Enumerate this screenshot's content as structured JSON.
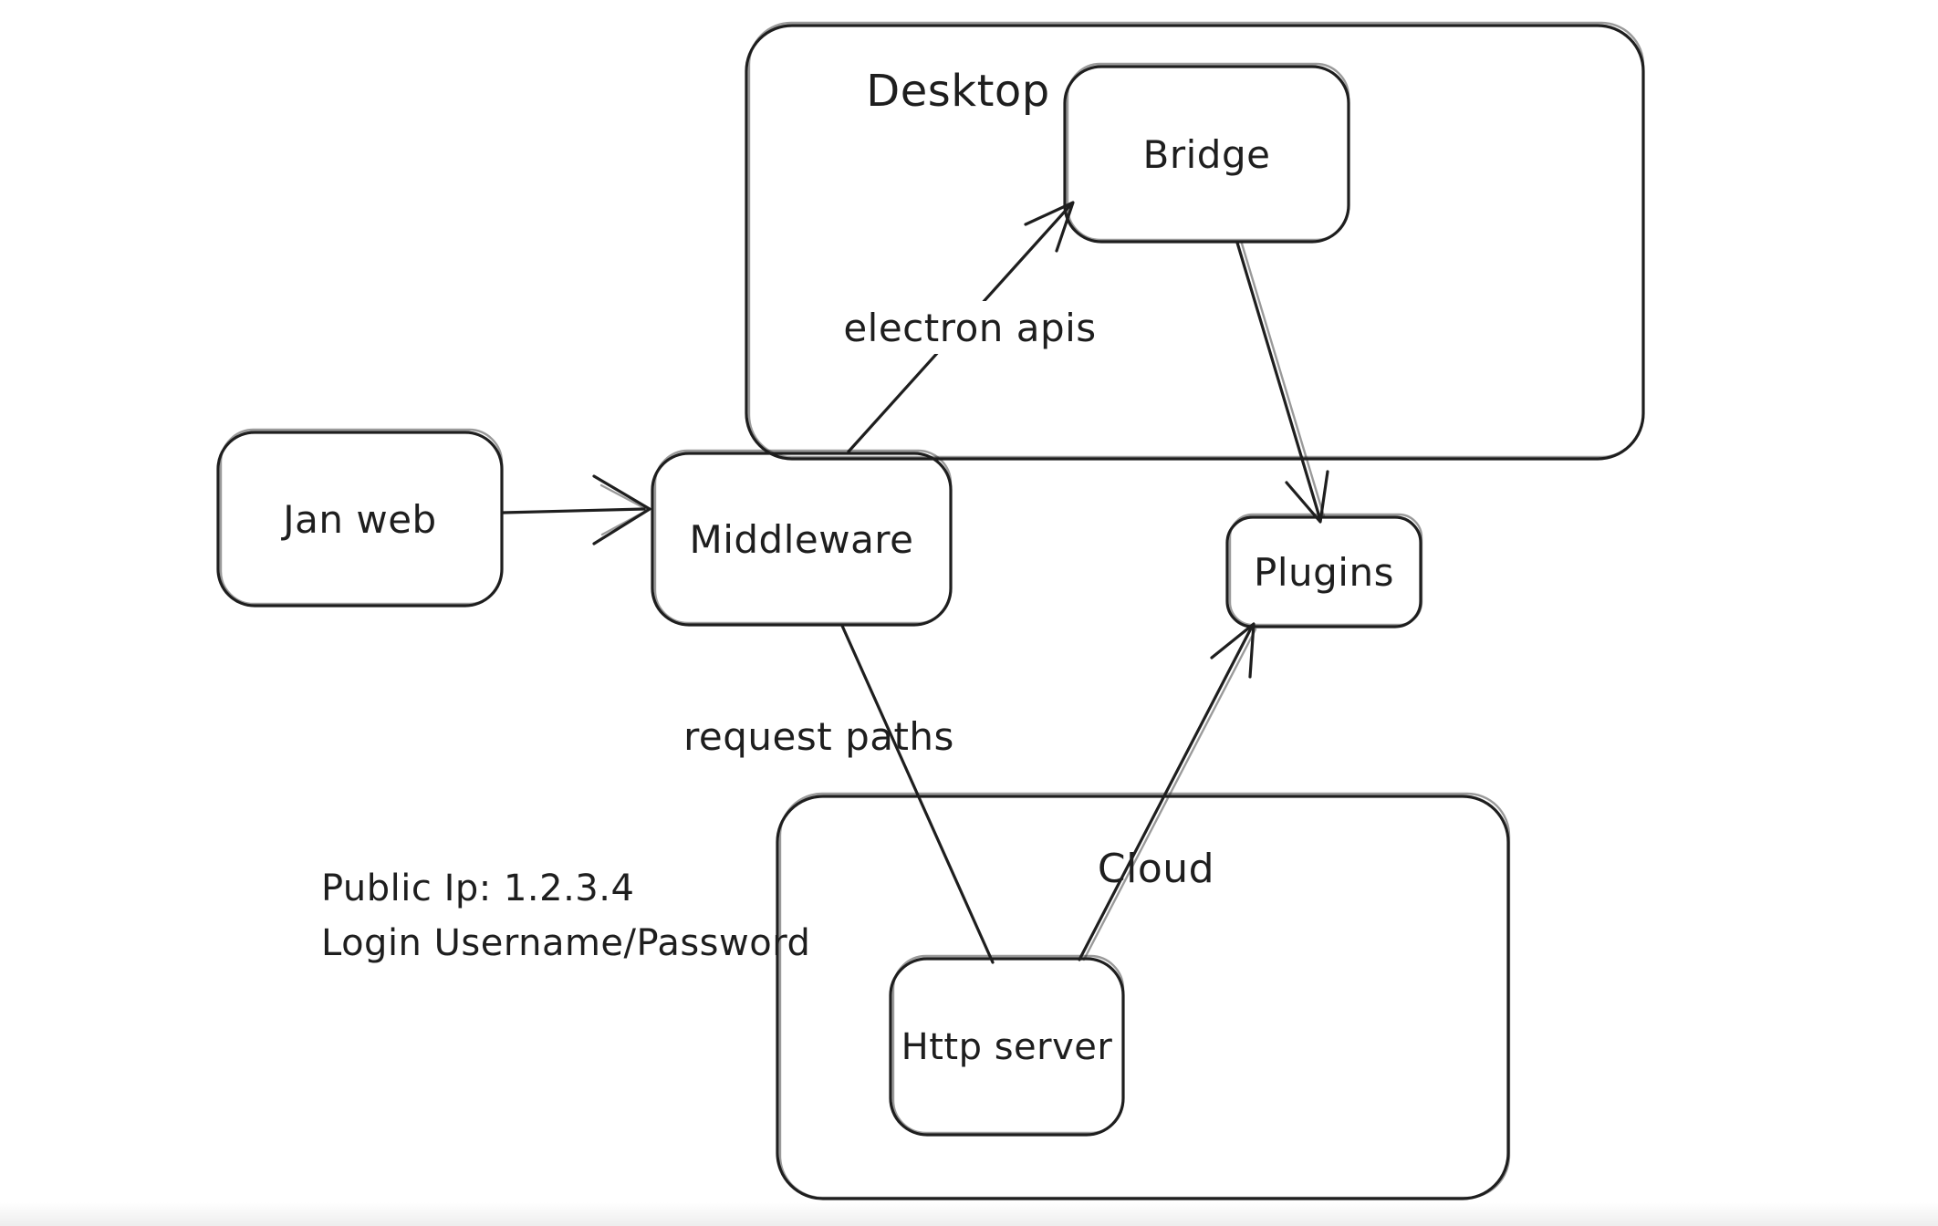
{
  "canvas": {
    "background_color": "#ffffff",
    "stroke_color": "#1e1e1e"
  },
  "containers": {
    "desktop": {
      "label": "Desktop"
    },
    "cloud": {
      "label": "Cloud"
    }
  },
  "nodes": {
    "jan_web": {
      "label": "Jan web"
    },
    "middleware": {
      "label": "Middleware"
    },
    "bridge": {
      "label": "Bridge"
    },
    "plugins": {
      "label": "Plugins"
    },
    "http_server": {
      "label": "Http server"
    }
  },
  "edges": {
    "jan_web_to_middleware": {
      "label": ""
    },
    "middleware_to_bridge": {
      "label": "electron apis"
    },
    "bridge_to_plugins": {
      "label": ""
    },
    "middleware_to_http": {
      "label": "request paths"
    },
    "http_to_plugins": {
      "label": ""
    }
  },
  "annotations": {
    "public_ip": "Public Ip: 1.2.3.4",
    "login": "Login Username/Password"
  }
}
